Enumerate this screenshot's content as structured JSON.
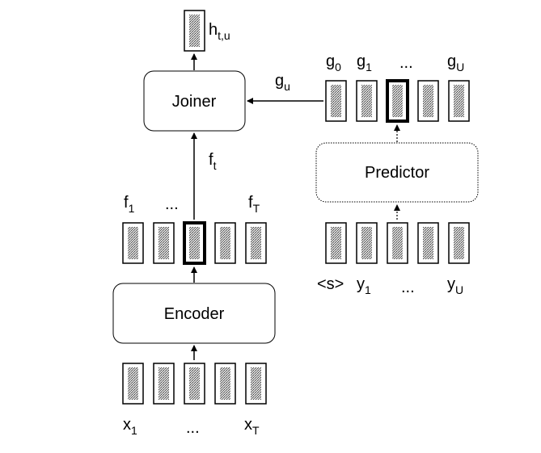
{
  "colors": {
    "stroke": "#000000",
    "fill": "#ffffff",
    "vector_fill": "#c8c8c8"
  },
  "encoder": {
    "label": "Encoder"
  },
  "joiner": {
    "label": "Joiner"
  },
  "predictor": {
    "label": "Predictor"
  },
  "inputs_x": {
    "first_main": "x",
    "first_sub": "1",
    "dots": "...",
    "last_main": "x",
    "last_sub": "T"
  },
  "encoder_outputs_f": {
    "first_main": "f",
    "first_sub": "1",
    "dots": "...",
    "last_main": "f",
    "last_sub": "T"
  },
  "selected_f": {
    "main": "f",
    "sub": "t"
  },
  "prediction_outputs_g": {
    "g0_main": "g",
    "g0_sub": "0",
    "g1_main": "g",
    "g1_sub": "1",
    "dots": "...",
    "gU_main": "g",
    "gU_sub": "U"
  },
  "selected_g": {
    "main": "g",
    "sub": "u"
  },
  "output_h": {
    "main": "h",
    "sub": "t,u"
  },
  "predictor_inputs_y": {
    "start_token": "<s>",
    "y1_main": "y",
    "y1_sub": "1",
    "dots": "...",
    "yU_main": "y",
    "yU_sub": "U"
  }
}
